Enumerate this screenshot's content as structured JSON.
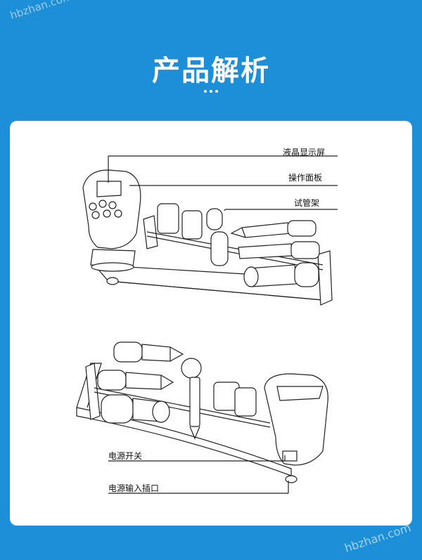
{
  "watermark": "hbzhan.com",
  "page_title": "产品解析",
  "labels": {
    "lcd": "液晶显示屏",
    "panel": "操作面板",
    "rack": "试管架",
    "power_switch": "电源开关",
    "power_input": "电源输入插口"
  }
}
